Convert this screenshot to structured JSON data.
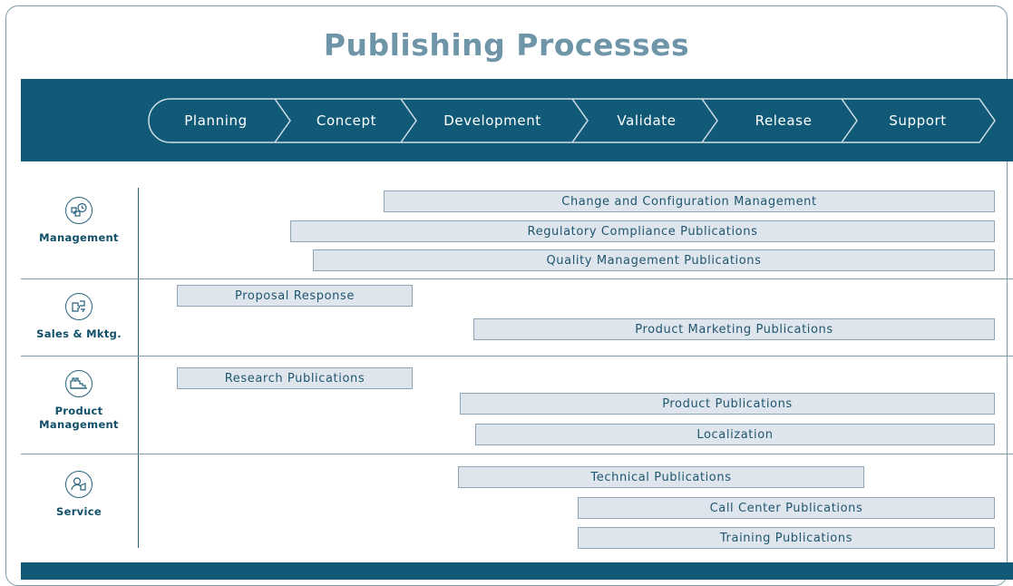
{
  "title": "Publishing Processes",
  "phases": [
    "Planning",
    "Concept",
    "Development",
    "Validate",
    "Release",
    "Support"
  ],
  "categories": [
    {
      "label": "Management",
      "icon": "hierarchy-clock-icon"
    },
    {
      "label": "Sales & Mktg.",
      "icon": "puzzle-arrows-icon"
    },
    {
      "label": "Product Management",
      "icon": "factory-icon"
    },
    {
      "label": "Service",
      "icon": "support-person-icon"
    }
  ],
  "bars": [
    {
      "label": "Change and Configuration Management"
    },
    {
      "label": "Regulatory Compliance Publications"
    },
    {
      "label": "Quality Management Publications"
    },
    {
      "label": "Proposal Response"
    },
    {
      "label": "Product Marketing Publications"
    },
    {
      "label": "Research Publications"
    },
    {
      "label": "Product Publications"
    },
    {
      "label": "Localization"
    },
    {
      "label": "Technical Publications"
    },
    {
      "label": "Call Center Publications"
    },
    {
      "label": "Training Publications"
    }
  ],
  "colors": {
    "band": "#105a78",
    "bar_fill": "#dfe5ec",
    "title": "#6e95a8",
    "text": "#1f5670"
  }
}
